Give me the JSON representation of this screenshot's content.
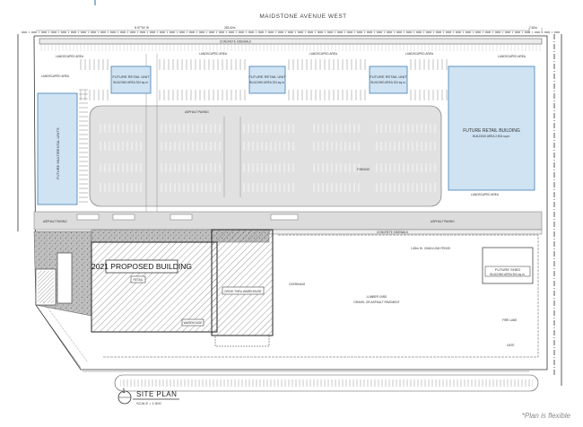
{
  "street": {
    "name": "MAIDSTONE AVENUE WEST"
  },
  "labels": {
    "future_multi_unit": "FUTURE MULTIRENTAL UNITS",
    "future_retail_unit": "FUTURE RETAIL UNIT",
    "future_retail_unit_area": "BUILDING AREA 324 sq.m.",
    "future_retail_building": "FUTURE RETAIL BUILDING",
    "future_retail_building_area": "BUILDING AREA 2,904 sq.m.",
    "proposed_building": "2021 PROPOSED BUILDING",
    "retail": "RETAIL",
    "drive_thru_warehouse": "DRIVE-THRU WAREHOUSE",
    "warehouse": "WAREHOUSE",
    "future_shed": "FUTURE SHED",
    "future_shed_area": "BUILDING AREA 524 sq.m.",
    "lumber_yard": "LUMBER YARD",
    "lumber_yard_surface": "GRAVEL OR ASPHALT PAVEMENT",
    "asphalt_paving": "ASPHALT PAVING",
    "asphalt_paving_b": "ASPHALT PAVING",
    "asphalt_paving_c": "ASPHALT PAVING",
    "landscaped_area": "LANDSCAPED AREA",
    "concrete_sidewalk": "CONCRETE SIDEWALK",
    "concrete_sidewalk_b": "CONCRETE SIDEWALK",
    "fire_lane": "FIRE LANE",
    "gate": "GATE",
    "overhang": "OVERHANG",
    "chain_link": "1.83m HI. CHAIN LINK FENCE",
    "parking": "PARKING"
  },
  "title_block": {
    "number": "1",
    "title": "SITE PLAN",
    "scale": "SCALE = 1:500"
  },
  "note": "*Plan is flexible",
  "colors": {
    "accent_fill": "#cfe3f3",
    "accent_stroke": "#2b6fa8",
    "line": "#333333"
  }
}
